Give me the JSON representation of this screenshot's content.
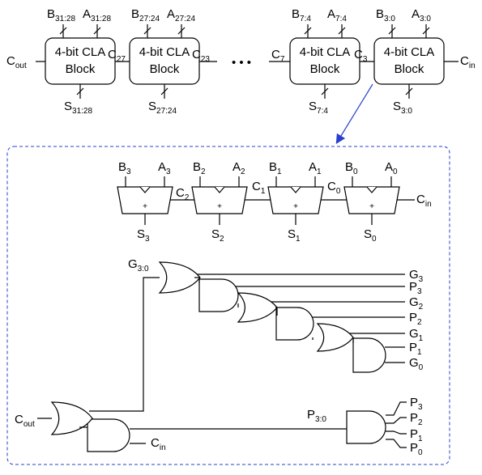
{
  "diagram_title": "",
  "colors": {
    "ink": "#000000",
    "callout_arrow": "#2a3fcf",
    "dashed_box": "#2a3fcf"
  },
  "top_chain": {
    "block_line1": "4-bit CLA",
    "block_line2": "Block",
    "ellipsis": "• • •",
    "blocks": [
      {
        "b_base": "B",
        "b_sub": "31:28",
        "a_base": "A",
        "a_sub": "31:28",
        "s_base": "S",
        "s_sub": "31:28"
      },
      {
        "b_base": "B",
        "b_sub": "27:24",
        "a_base": "A",
        "a_sub": "27:24",
        "s_base": "S",
        "s_sub": "27:24"
      },
      {
        "b_base": "B",
        "b_sub": "7:4",
        "a_base": "A",
        "a_sub": "7:4",
        "s_base": "S",
        "s_sub": "7:4"
      },
      {
        "b_base": "B",
        "b_sub": "3:0",
        "a_base": "A",
        "a_sub": "3:0",
        "s_base": "S",
        "s_sub": "3:0"
      }
    ],
    "carries": [
      {
        "base": "C",
        "sub": "out"
      },
      {
        "base": "C",
        "sub": "27"
      },
      {
        "base": "C",
        "sub": "23"
      },
      {
        "base": "C",
        "sub": "7"
      },
      {
        "base": "C",
        "sub": "3"
      },
      {
        "base": "C",
        "sub": "in"
      }
    ]
  },
  "detail": {
    "adders": [
      {
        "b_base": "B",
        "b_sub": "3",
        "a_base": "A",
        "a_sub": "3",
        "s_base": "S",
        "s_sub": "3",
        "op": "+"
      },
      {
        "b_base": "B",
        "b_sub": "2",
        "a_base": "A",
        "a_sub": "2",
        "s_base": "S",
        "s_sub": "2",
        "op": "+"
      },
      {
        "b_base": "B",
        "b_sub": "1",
        "a_base": "A",
        "a_sub": "1",
        "s_base": "S",
        "s_sub": "1",
        "op": "+"
      },
      {
        "b_base": "B",
        "b_sub": "0",
        "a_base": "A",
        "a_sub": "0",
        "s_base": "S",
        "s_sub": "0",
        "op": "+"
      }
    ],
    "adder_carries": [
      {
        "base": "C",
        "sub": "2"
      },
      {
        "base": "C",
        "sub": "1"
      },
      {
        "base": "C",
        "sub": "0"
      },
      {
        "base": "C",
        "sub": "in"
      }
    ],
    "generate_label": {
      "base": "G",
      "sub": "3:0"
    },
    "generate_inputs": [
      {
        "base": "G",
        "sub": "3"
      },
      {
        "base": "P",
        "sub": "3"
      },
      {
        "base": "G",
        "sub": "2"
      },
      {
        "base": "P",
        "sub": "2"
      },
      {
        "base": "G",
        "sub": "1"
      },
      {
        "base": "P",
        "sub": "1"
      },
      {
        "base": "G",
        "sub": "0"
      }
    ],
    "propagate_label": {
      "base": "P",
      "sub": "3:0"
    },
    "propagate_inputs": [
      {
        "base": "P",
        "sub": "3"
      },
      {
        "base": "P",
        "sub": "2"
      },
      {
        "base": "P",
        "sub": "1"
      },
      {
        "base": "P",
        "sub": "0"
      }
    ],
    "cout": {
      "base": "C",
      "sub": "out"
    },
    "cin": {
      "base": "C",
      "sub": "in"
    }
  }
}
